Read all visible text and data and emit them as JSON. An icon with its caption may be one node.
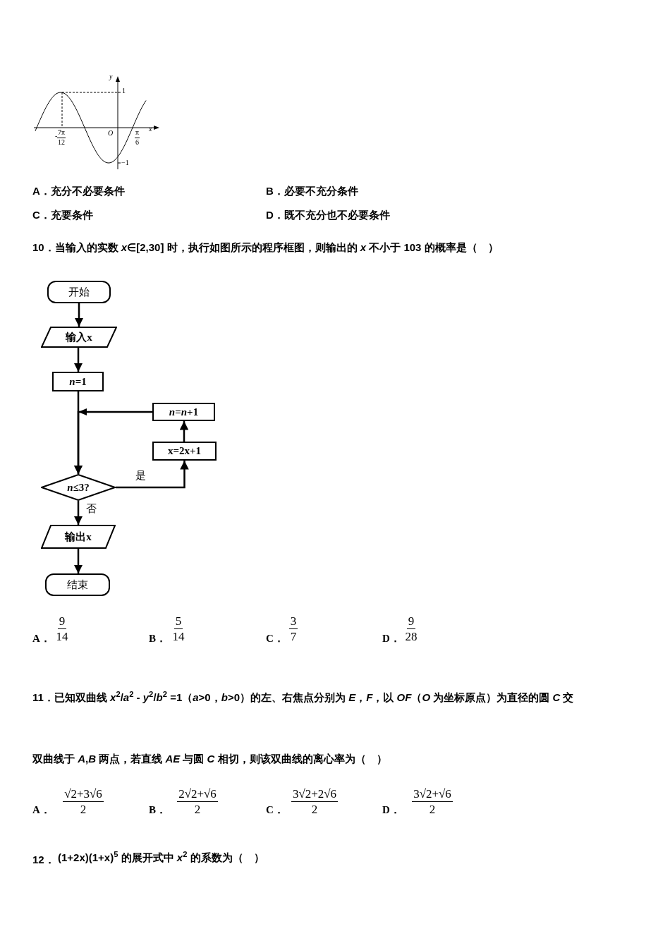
{
  "diagram": {
    "nodes": [
      {
        "text": [
          "开始"
        ]
      },
      {
        "text": [
          "输入x"
        ]
      },
      {
        "text": [
          "*n*=1"
        ]
      },
      {
        "text": [
          "*n*=*n*+1"
        ]
      },
      {
        "text": [
          "x=2x+1"
        ]
      },
      {
        "text": [
          "*n*≤3?"
        ]
      },
      {
        "text": [
          "输出x"
        ]
      },
      {
        "text": [
          "结束"
        ]
      }
    ],
    "edges": [
      {
        "from": 0,
        "to": 1,
        "arrow": "to"
      },
      {
        "from": 1,
        "to": 2,
        "arrow": "to"
      },
      {
        "from": 2,
        "to": 5,
        "arrow": "to"
      },
      {
        "from": 3,
        "to": 5,
        "arrow": "to"
      },
      {
        "from": 5,
        "to": 4,
        "arrow": "to",
        "label": "是"
      },
      {
        "from": 4,
        "to": 3,
        "arrow": "to"
      },
      {
        "from": 5,
        "to": 6,
        "arrow": "to",
        "label": "否"
      },
      {
        "from": 6,
        "to": 7,
        "arrow": "to"
      }
    ],
    "labels": [
      "y",
      "1",
      "x",
      "-",
      "7π",
      "12",
      "O",
      "π",
      "6",
      "−1",
      "A．充分不必要条件",
      "B．必要不充分条件",
      "C．充要条件",
      "D．既不充分也不必要条件",
      "10．当输入的实数 *x*∈[2,30] 时，执行如图所示的程序框图，则输出的 *x* 不小于 103 的概率是（　）",
      "A．",
      "9",
      "14",
      "B．",
      "5",
      "14",
      "C．",
      "3",
      "7",
      "D．",
      "9",
      "28",
      "11．已知双曲线 *x*$^{2}$/*a*$^{2}$ - *y*$^{2}$/*b*$^{2}$ =1（*a*>0，*b*>0）的左、右焦点分别为 *E*，*F*，以 *OF*（*O* 为坐标原点）为直径的圆 *C* 交",
      "双曲线于 *A*,*B* 两点，若直线 *AE* 与圆 *C* 相切，则该双曲线的离心率为（　）",
      "A．",
      "√2+3√6",
      "2",
      "B．",
      "2√2+√6",
      "2",
      "C．",
      "3√2+2√6",
      "2",
      "D．",
      "3√2+√6",
      "2",
      "12．",
      "(1+2x)(1+x)$^{5}$ 的展开式中 *x*$^{2}$ 的系数为（　）"
    ]
  }
}
